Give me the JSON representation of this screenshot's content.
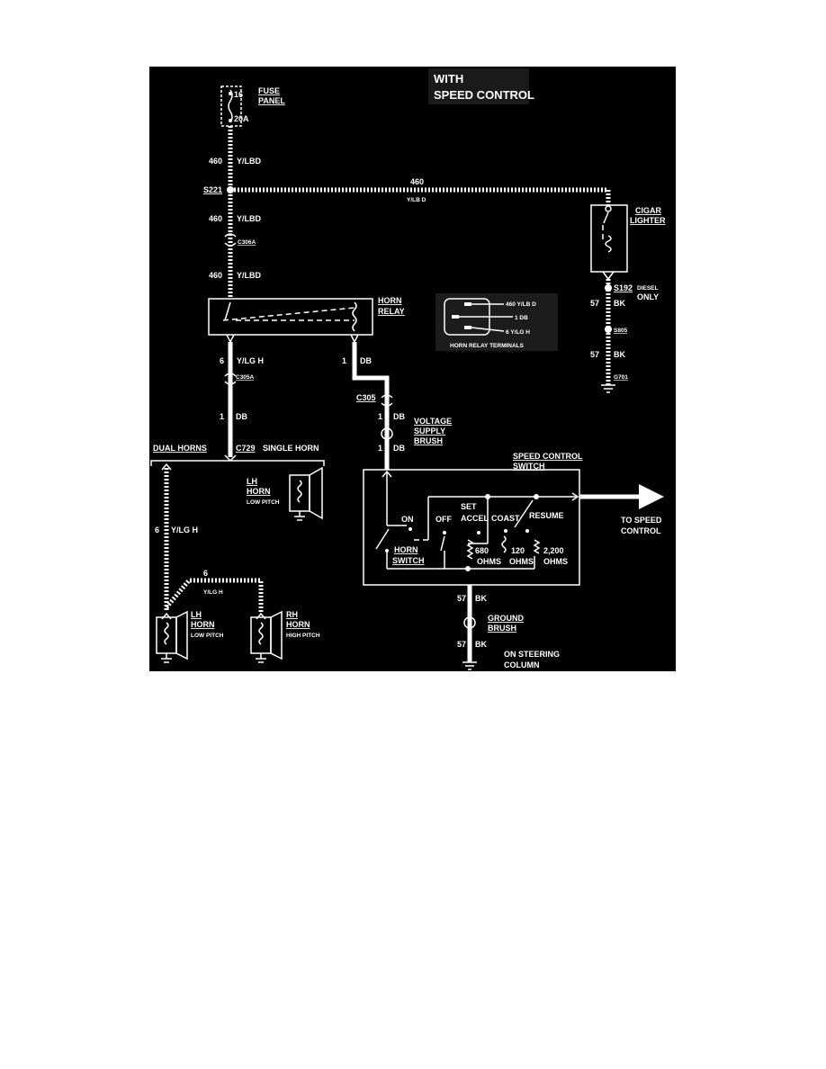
{
  "colors": {
    "background": "#000000",
    "foreground": "#ffffff",
    "page": "#ffffff"
  },
  "header": {
    "line1": "WITH",
    "line2": "SPEED CONTROL"
  },
  "fuse": {
    "number": "16",
    "rating": "20A",
    "label1": "FUSE",
    "label2": "PANEL"
  },
  "wires": {
    "w460_top": {
      "num": "460",
      "color": "Y/LBD"
    },
    "w460_mid": {
      "num": "460",
      "color": "Y/LBD"
    },
    "w460_low": {
      "num": "460",
      "color": "Y/LBD"
    },
    "w460_h": {
      "num": "460",
      "color": "Y/LB D"
    },
    "w6_relay": {
      "num": "6",
      "color": "Y/LG H"
    },
    "w1_relay": {
      "num": "1",
      "color": "DB"
    },
    "w1_lower": {
      "num": "1",
      "color": "DB"
    },
    "w1_c305a": {
      "num": "1",
      "color": "DB"
    },
    "w1_c305b": {
      "num": "1",
      "color": "DB"
    },
    "w6_dual": {
      "num": "6",
      "color": "Y/LG H"
    },
    "w6_rh": {
      "num": "6",
      "color": "Y/LG H"
    },
    "w57_a": {
      "num": "57",
      "color": "BK"
    },
    "w57_b": {
      "num": "57",
      "color": "BK"
    },
    "w57_c": {
      "num": "57",
      "color": "BK"
    },
    "w57_d": {
      "num": "57",
      "color": "BK"
    }
  },
  "splices": {
    "s221": "S221",
    "s192": "S192",
    "s805": "S805"
  },
  "connectors": {
    "c306a": "C306A",
    "c305a": "C305A",
    "c305": "C305",
    "c729": "C729"
  },
  "ground": {
    "g701": "G701"
  },
  "diesel": {
    "line1": "DIESEL",
    "line2": "ONLY"
  },
  "cigar": {
    "line1": "CIGAR",
    "line2": "LIGHTER"
  },
  "relay": {
    "line1": "HORN",
    "line2": "RELAY"
  },
  "terminals": {
    "t1": "460 Y/LB D",
    "t2": "1 DB",
    "t3": "6 Y/LG H",
    "caption": "HORN RELAY TERMINALS"
  },
  "voltage_brush": {
    "line1": "VOLTAGE",
    "line2": "SUPPLY",
    "line3": "BRUSH"
  },
  "horn_labels": {
    "dual": "DUAL HORNS",
    "single": "SINGLE HORN",
    "lh_single_1": "LH",
    "lh_single_2": "HORN",
    "lh_single_3": "LOW PITCH",
    "lh_dual_1": "LH",
    "lh_dual_2": "HORN",
    "lh_dual_3": "LOW PITCH",
    "rh_dual_1": "RH",
    "rh_dual_2": "HORN",
    "rh_dual_3": "HIGH PITCH"
  },
  "speed_switch": {
    "title1": "SPEED CONTROL",
    "title2": "SWITCH",
    "on": "ON",
    "off": "OFF",
    "set1": "SET",
    "set2": "ACCEL",
    "coast": "COAST",
    "resume": "RESUME",
    "horn1": "HORN",
    "horn2": "SWITCH",
    "r1a": "680",
    "r1b": "OHMS",
    "r2a": "120",
    "r2b": "OHMS",
    "r3a": "2,200",
    "r3b": "OHMS",
    "out_wire": "BK",
    "to1": "TO SPEED",
    "to2": "CONTROL"
  },
  "ground_brush": {
    "line1": "GROUND",
    "line2": "BRUSH"
  },
  "column": {
    "line1": "ON STEERING",
    "line2": "COLUMN"
  }
}
